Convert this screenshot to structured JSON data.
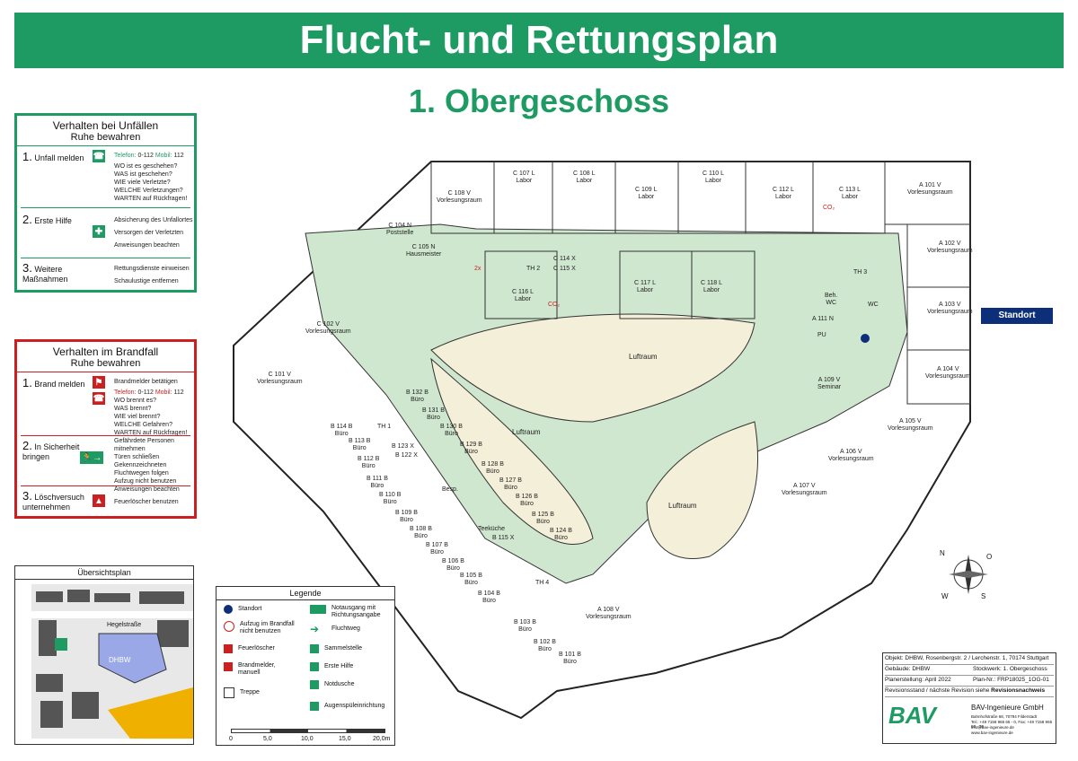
{
  "header": {
    "title": "Flucht- und Rettungsplan",
    "subtitle": "1. Obergeschoss"
  },
  "accident_box": {
    "title": "Verhalten bei Unfällen",
    "subtitle": "Ruhe bewahren",
    "steps": [
      {
        "num": "1.",
        "label": "Unfall melden",
        "phone_label": "Telefon:",
        "phone": "0-112",
        "mobile_label": "Mobil:",
        "mobile": "112",
        "body": "WO ist es geschehen?\nWAS ist geschehen?\nWIE viele Verletzte?\nWELCHE Verletzungen?\nWARTEN auf Rückfragen!"
      },
      {
        "num": "2.",
        "label": "Erste Hilfe",
        "body": "Absicherung des Unfallortes\nVersorgen der Verletzten\nAnweisungen beachten"
      },
      {
        "num": "3.",
        "label": "Weitere Maßnahmen",
        "body": "Rettungsdienste einweisen\nSchaulustige entfernen"
      }
    ]
  },
  "fire_box": {
    "title": "Verhalten im Brandfall",
    "subtitle": "Ruhe bewahren",
    "steps": [
      {
        "num": "1.",
        "label": "Brand melden",
        "body1": "Brandmelder betätigen",
        "phone_label": "Telefon:",
        "phone": "0-112",
        "mobile_label": "Mobil:",
        "mobile": "112",
        "body": "WO brennt es?\nWAS brennt?\nWIE viel brennt?\nWELCHE Gefahren?\nWARTEN auf Rückfragen!"
      },
      {
        "num": "2.",
        "label": "In Sicherheit bringen",
        "body": "Gefährdete Personen mitnehmen\nTüren schließen\nGekennzeichneten\nFluchtwegen folgen\nAufzug nicht benutzen\nAnweisungen beachten"
      },
      {
        "num": "3.",
        "label": "Löschversuch unternehmen",
        "body": "Feuerlöscher benutzen"
      }
    ]
  },
  "overview": {
    "title": "Übersichtsplan",
    "street": "Hegelstraße",
    "building": "DHBW"
  },
  "legend": {
    "title": "Legende",
    "items_left": [
      "Standort",
      "Aufzug im Brandfall nicht benutzen",
      "Feuerlöscher",
      "Brandmelder, manuell",
      "Treppe"
    ],
    "items_right": [
      "Notausgang mit Richtungsangabe",
      "Fluchtweg",
      "Sammelstelle",
      "Erste Hilfe",
      "Notdusche",
      "Augenspüleinrichtung"
    ],
    "scale": [
      "0",
      "5,0",
      "10,0",
      "15,0",
      "20,0m"
    ]
  },
  "standort_label": "Standort",
  "map": {
    "luftraum": [
      "Luftraum",
      "Luftraum",
      "Luftraum"
    ],
    "rooms": [
      {
        "id": "r1",
        "text": "C 108 V\nVorlesungsraum"
      },
      {
        "id": "r2",
        "text": "C 107 L\nLabor"
      },
      {
        "id": "r3",
        "text": "C 108 L\nLabor"
      },
      {
        "id": "r4",
        "text": "C 109 L\nLabor"
      },
      {
        "id": "r5",
        "text": "C 110 L\nLabor"
      },
      {
        "id": "r6",
        "text": "C 112 L\nLabor"
      },
      {
        "id": "r7",
        "text": "C 113 L\nLabor"
      },
      {
        "id": "r8",
        "text": "A 101 V\nVorlesungsraum"
      },
      {
        "id": "r9",
        "text": "C 104 N\nPoststelle"
      },
      {
        "id": "r10",
        "text": "C 105 N\nHausmeister"
      },
      {
        "id": "r11",
        "text": "C 114 X"
      },
      {
        "id": "r12",
        "text": "C 115 X"
      },
      {
        "id": "r13",
        "text": "C 116 L\nLabor"
      },
      {
        "id": "r14",
        "text": "C 117 L\nLabor"
      },
      {
        "id": "r15",
        "text": "C 118 L\nLabor"
      },
      {
        "id": "r16",
        "text": "A 102 V\nVorlesungsraum"
      },
      {
        "id": "r17",
        "text": "A 103 V\nVorlesungsraum"
      },
      {
        "id": "r18",
        "text": "C 102 V\nVorlesungsraum"
      },
      {
        "id": "r19",
        "text": "C 101 V\nVorlesungsraum"
      },
      {
        "id": "r20",
        "text": "A 109 V\nSeminar"
      },
      {
        "id": "r21",
        "text": "A 104 V\nVorlesungsraum"
      },
      {
        "id": "r22",
        "text": "A 105 V\nVorlesungsraum"
      },
      {
        "id": "r23",
        "text": "A 106 V\nVorlesungsraum"
      },
      {
        "id": "r24",
        "text": "A 107 V\nVorlesungsraum"
      },
      {
        "id": "r25",
        "text": "A 108 V\nVorlesungsraum"
      },
      {
        "id": "r26",
        "text": "A 111 N"
      },
      {
        "id": "r27",
        "text": "Beh.\nWC"
      },
      {
        "id": "r28",
        "text": "PU"
      },
      {
        "id": "r29",
        "text": "WC"
      },
      {
        "id": "r30",
        "text": "B 114 B\nBüro"
      },
      {
        "id": "r31",
        "text": "B 113 B\nBüro"
      },
      {
        "id": "r32",
        "text": "B 112 B\nBüro"
      },
      {
        "id": "r33",
        "text": "B 111 B\nBüro"
      },
      {
        "id": "r34",
        "text": "B 110 B\nBüro"
      },
      {
        "id": "r35",
        "text": "B 109 B\nBüro"
      },
      {
        "id": "r36",
        "text": "B 108 B\nBüro"
      },
      {
        "id": "r37",
        "text": "B 107 B\nBüro"
      },
      {
        "id": "r38",
        "text": "B 106 B\nBüro"
      },
      {
        "id": "r39",
        "text": "B 105 B\nBüro"
      },
      {
        "id": "r40",
        "text": "B 104 B\nBüro"
      },
      {
        "id": "r41",
        "text": "B 103 B\nBüro"
      },
      {
        "id": "r42",
        "text": "B 102 B\nBüro"
      },
      {
        "id": "r43",
        "text": "B 101 B\nBüro"
      },
      {
        "id": "r44",
        "text": "B 132 B\nBüro"
      },
      {
        "id": "r45",
        "text": "B 131 B\nBüro"
      },
      {
        "id": "r46",
        "text": "B 130 B\nBüro"
      },
      {
        "id": "r47",
        "text": "B 129 B\nBüro"
      },
      {
        "id": "r48",
        "text": "B 128 B\nBüro"
      },
      {
        "id": "r49",
        "text": "B 127 B\nBüro"
      },
      {
        "id": "r50",
        "text": "B 126 B\nBüro"
      },
      {
        "id": "r51",
        "text": "B 125 B\nBüro"
      },
      {
        "id": "r52",
        "text": "B 124 B\nBüro"
      },
      {
        "id": "r53",
        "text": "B 123 X"
      },
      {
        "id": "r54",
        "text": "B 122 X"
      },
      {
        "id": "r55",
        "text": "B 115 X"
      },
      {
        "id": "r56",
        "text": "Teeküche"
      },
      {
        "id": "r57",
        "text": "Besp."
      }
    ],
    "labels": [
      "TH 2",
      "TH 1",
      "TH 3",
      "TH 4",
      "2x",
      "CO₂",
      "CO₂"
    ]
  },
  "info_block": {
    "objekt": "Objekt: DHBW, Rosenbergstr. 2 / Lerchenstr. 1, 70174 Stuttgart",
    "gebaeude": "Gebäude: DHBW",
    "stockwerk": "Stockwerk: 1. Obergeschoss",
    "erstellung": "Planerstellung: April 2022",
    "plan_nr": "Plan-Nr.: FRP18025_1OG-01",
    "revision": "Revisionsstand / nächste Revision siehe",
    "revision_bold": "Revisionsnachweis",
    "company": "BAV-Ingenieure GmbH",
    "address": "Bahnhofstraße 68, 70794 Filderstadt",
    "tel": "Tel.: +49 7158 965 65 - 0, Fax: +49 7158 965 65 - 20",
    "email": "info@bav-ingenieure.de",
    "web": "www.bav-ingenieure.de",
    "logo": "BAV"
  },
  "compass": {
    "n": "N",
    "o": "O",
    "s": "S",
    "w": "W"
  },
  "colors": {
    "green": "#1e9a63",
    "red": "#cc1f1f",
    "floor_green": "#cfe6cf",
    "luftraum": "#f4efd8",
    "standort": "#0d2f7a"
  }
}
